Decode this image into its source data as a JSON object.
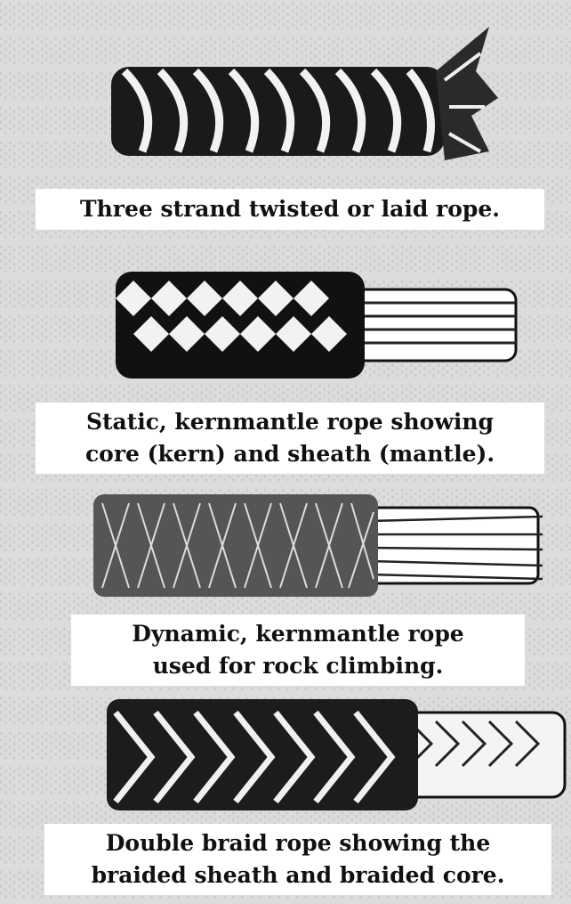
{
  "figures": [
    {
      "caption_lines": [
        "Three strand twisted or laid rope."
      ]
    },
    {
      "caption_lines": [
        "Static, kernmantle rope showing",
        "core (kern) and sheath (mantle)."
      ]
    },
    {
      "caption_lines": [
        "Dynamic, kernmantle rope",
        "used for rock climbing."
      ]
    },
    {
      "caption_lines": [
        "Double braid rope showing the",
        "braided sheath and braided core."
      ]
    }
  ],
  "colors": {
    "page": "#dcdcdc",
    "ink": "#111111",
    "caption_bg": "#ffffff"
  }
}
